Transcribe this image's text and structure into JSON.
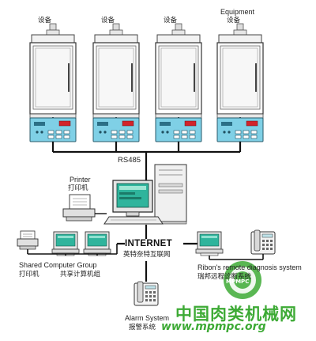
{
  "equipment": [
    {
      "label_en": "",
      "label_cn": "设备"
    },
    {
      "label_en": "",
      "label_cn": "设备"
    },
    {
      "label_en": "",
      "label_cn": "设备"
    },
    {
      "label_en": "Equipment",
      "label_cn": "设备"
    }
  ],
  "bus_label": "RS485",
  "printer": {
    "en": "Printer",
    "cn": "打印机"
  },
  "internet": {
    "en": "INTERNET",
    "cn": "英特奈特互联网"
  },
  "shared_group": {
    "en": "Shared Computer Group",
    "cn_printer": "打印机",
    "cn_group": "共享计算机组"
  },
  "diagnosis": {
    "en": "Ribon's remote diagnosis system",
    "cn": "瑞邦远程诊断系统"
  },
  "alarm": {
    "en": "Alarm System",
    "cn": "报警系统"
  },
  "watermark": {
    "title": "中国肉类机械网",
    "url": "www.mpmpc.org",
    "logo_text": "MPMPC"
  },
  "colors": {
    "screen": "#2fb49c",
    "controller": "#7fd0e6",
    "wire": "#111111",
    "watermark": "#3daa35"
  }
}
